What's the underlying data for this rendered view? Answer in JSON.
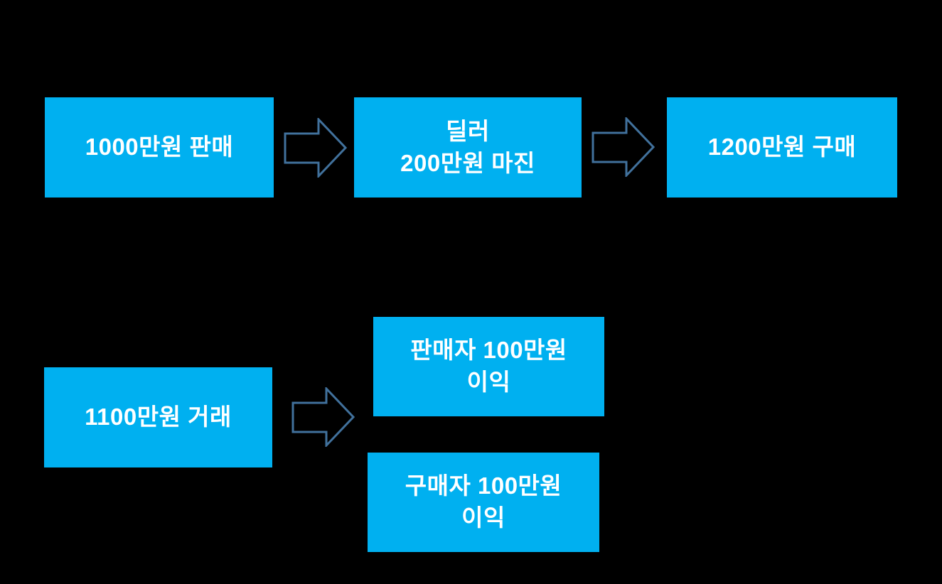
{
  "colors": {
    "background": "#000000",
    "box-fill": "#00b0f0",
    "box-text": "#ffffff",
    "arrow-outline": "#41719c"
  },
  "flow_top": {
    "sale_box": "1000만원 판매",
    "dealer_box": "딜러\n200만원 마진",
    "purchase_box": "1200만원 구매"
  },
  "flow_bottom": {
    "deal_box": "1100만원 거래",
    "seller_profit_box": "판매자 100만원\n이익",
    "buyer_profit_box": "구매자 100만원\n이익"
  }
}
